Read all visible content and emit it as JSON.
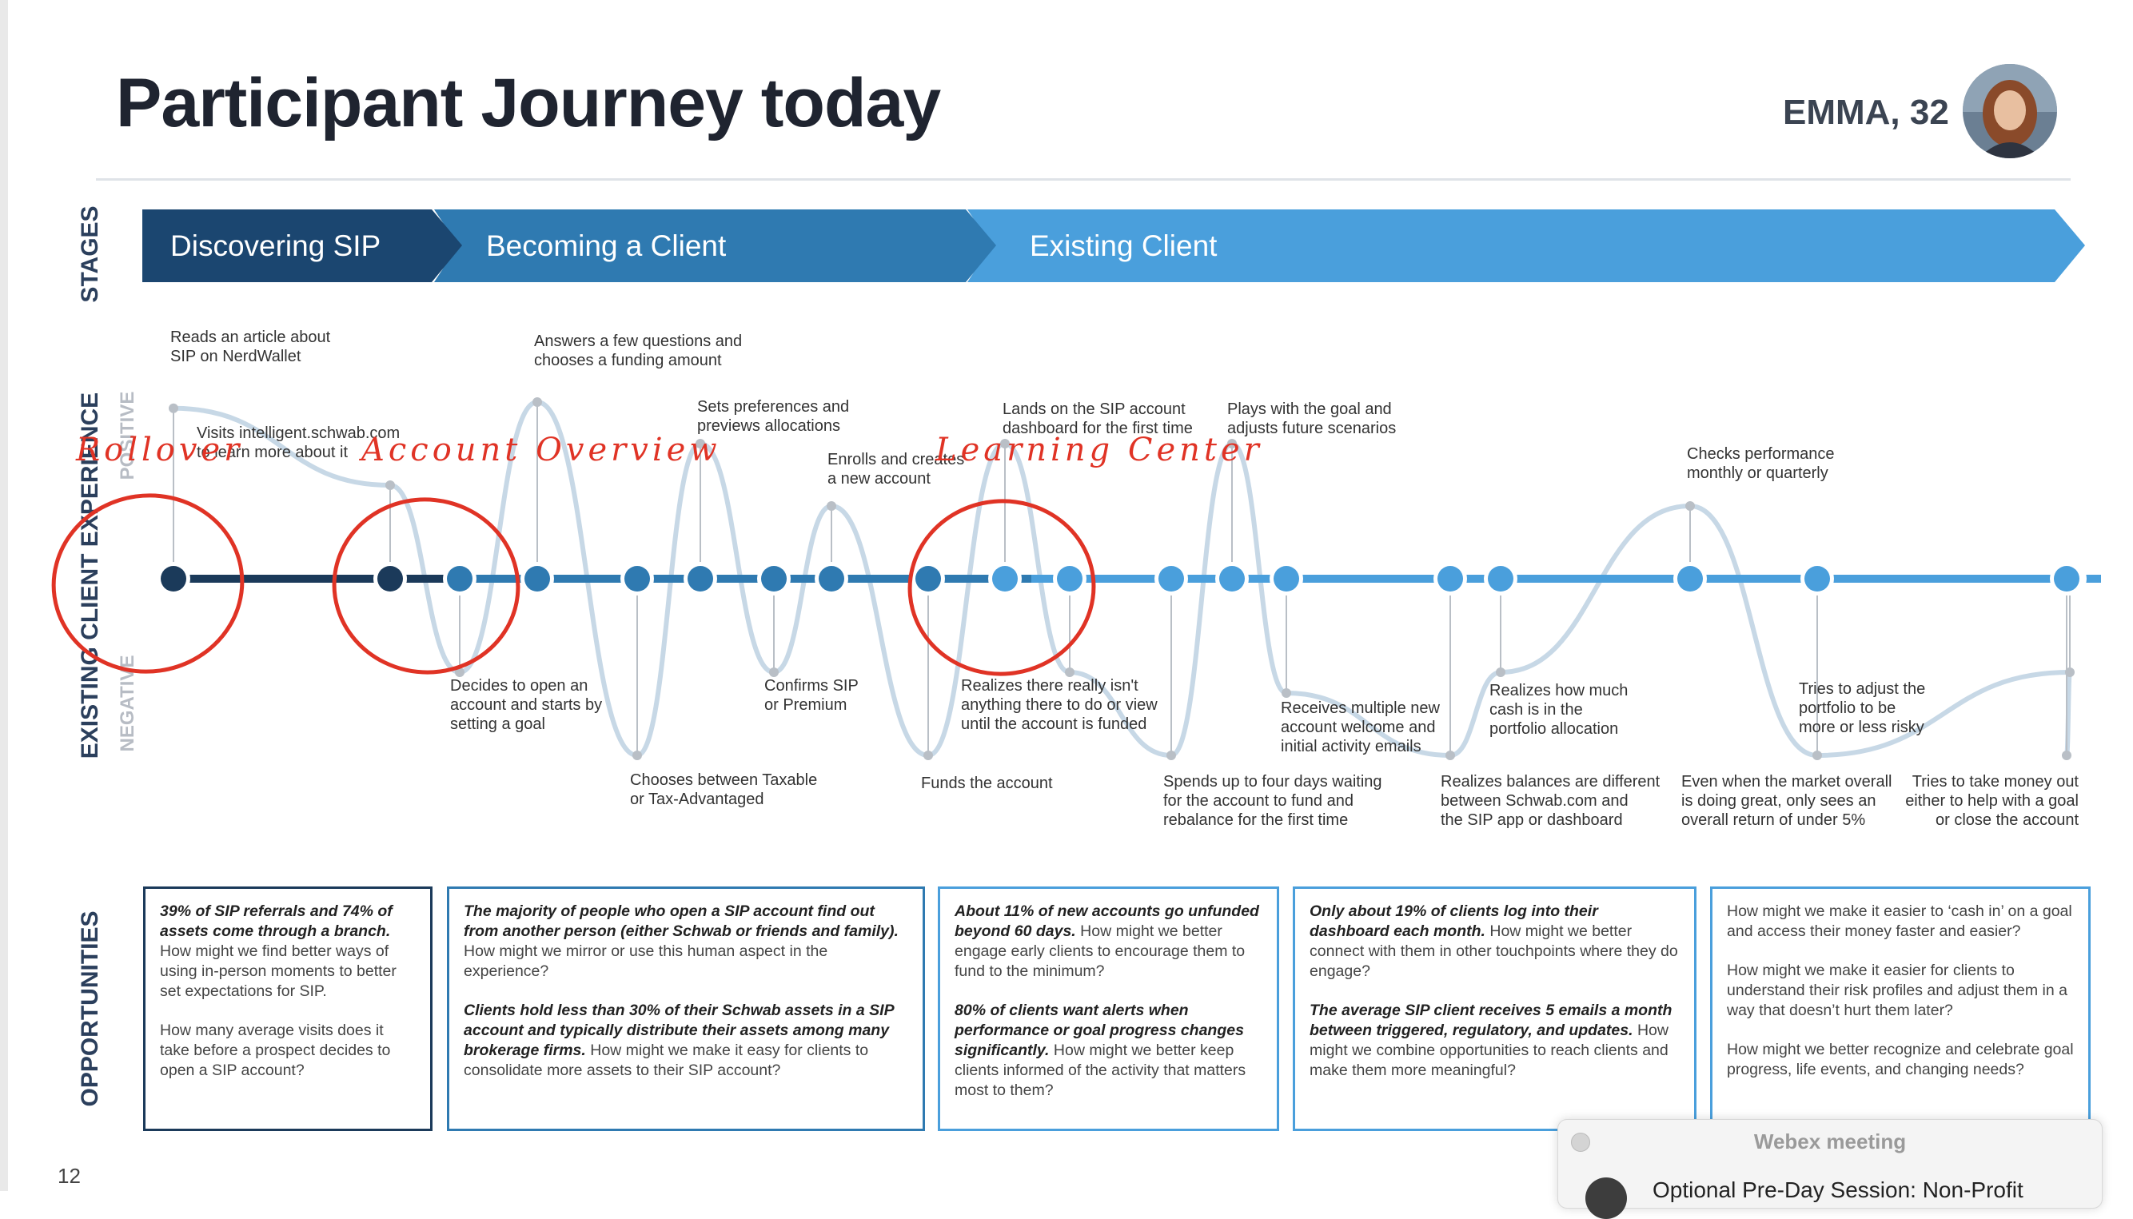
{
  "title": "Participant Journey today",
  "persona": "EMMA, 32",
  "side_labels": {
    "stages": "STAGES",
    "experience": "EXISTING CLIENT EXPERIENCE",
    "positive": "POSITIVE",
    "negative": "NEGATIVE",
    "opportunities": "OPPORTUNITIES"
  },
  "stages": [
    "Discovering SIP",
    "Becoming a Client",
    "Existing Client"
  ],
  "colors": {
    "stage1": "#1b4670",
    "stage2": "#2f7ab1",
    "stage3": "#4a9fdc",
    "annotation": "#e03325"
  },
  "journey_points": [
    {
      "text": "Reads an article about\nSIP on NerdWallet",
      "level": 0.82
    },
    {
      "text": "Visits intelligent.schwab.com\nto learn more about it",
      "level": 0.45
    },
    {
      "text": "Decides to open an\naccount and starts by\nsetting a goal",
      "level": -0.45
    },
    {
      "text": "Answers a few questions and\nchooses a funding amount",
      "level": 0.85
    },
    {
      "text": "Chooses between Taxable\nor Tax-Advantaged",
      "level": -0.85
    },
    {
      "text": "Sets preferences and\npreviews allocations",
      "level": 0.65
    },
    {
      "text": "Confirms SIP\nor Premium",
      "level": -0.45
    },
    {
      "text": "Enrolls and creates\na new account",
      "level": 0.35
    },
    {
      "text": "Funds the account",
      "level": -0.85
    },
    {
      "text": "Lands on the SIP account\ndashboard for the first time",
      "level": 0.65
    },
    {
      "text": "Realizes there really isn't\nanything there to do or view\nuntil the account is funded",
      "level": -0.45
    },
    {
      "text": "Spends up to four days waiting\nfor the account to fund and\nrebalance for the first time",
      "level": -0.85
    },
    {
      "text": "Plays with the goal and\nadjusts future scenarios",
      "level": 0.65
    },
    {
      "text": "Receives multiple new\naccount welcome and\ninitial activity emails",
      "level": -0.55
    },
    {
      "text": "Realizes balances are different\nbetween Schwab.com and\nthe SIP app or dashboard",
      "level": -0.85
    },
    {
      "text": "Realizes how much\ncash is in the\nportfolio allocation",
      "level": -0.45
    },
    {
      "text": "Checks performance\nmonthly or quarterly",
      "level": 0.35
    },
    {
      "text": "Even when the market overall\nis doing great, only sees an\noverall return of under 5%",
      "level": -0.85
    },
    {
      "text": "Tries to adjust the\nportfolio  to be\nmore or less risky",
      "level": -0.45
    },
    {
      "text": "Tries to take money out\neither to help with a goal\nor close the account",
      "level": -0.85
    }
  ],
  "annotations": [
    "Rollover",
    "Account Overview",
    "Learning Center"
  ],
  "opportunities": [
    {
      "bold": "39% of SIP referrals and 74% of assets come through a branch.",
      "text": " How might we find better ways of using in-person moments to better set expectations for SIP.",
      "extra": "How many average visits does it take before a prospect decides to open a SIP account?"
    },
    {
      "bold": "The majority of people who open a SIP account find out from another person (either Schwab or friends and family).",
      "text": " How might we mirror or use this human aspect in the experience?",
      "bold2": "Clients hold less than 30% of their Schwab assets in a SIP account and typically distribute their assets among many brokerage firms.",
      "text2": " How might we make it easy for clients to consolidate more assets to their SIP account?"
    },
    {
      "bold": "About 11% of new accounts go unfunded beyond 60 days.",
      "text": " How might we better engage early clients to encourage them to fund to the minimum?",
      "bold2": "80% of clients want alerts when performance or goal progress changes significantly.",
      "text2": " How might we better keep clients informed of the activity that matters most to them?"
    },
    {
      "bold": "Only about 19% of clients log into their dashboard each month.",
      "text": " How might we better connect with them in other touchpoints where they do engage?",
      "bold2": "The average SIP client receives 5 emails a month between triggered, regulatory, and updates.",
      "text2": " How might we combine opportunities to reach clients and make them more meaningful?"
    },
    {
      "p1": "How might we make it easier to ‘cash in’ on a goal and access their money faster and easier?",
      "p2": "How might we make it easier for clients to understand their risk profiles and adjust them in a way that doesn’t hurt them later?",
      "p3": "How might we better recognize and celebrate goal progress, life events, and changing needs?"
    }
  ],
  "page_number": "12",
  "webex": {
    "title": "Webex meeting",
    "meeting": "Optional Pre-Day Session: Non-Profit"
  }
}
